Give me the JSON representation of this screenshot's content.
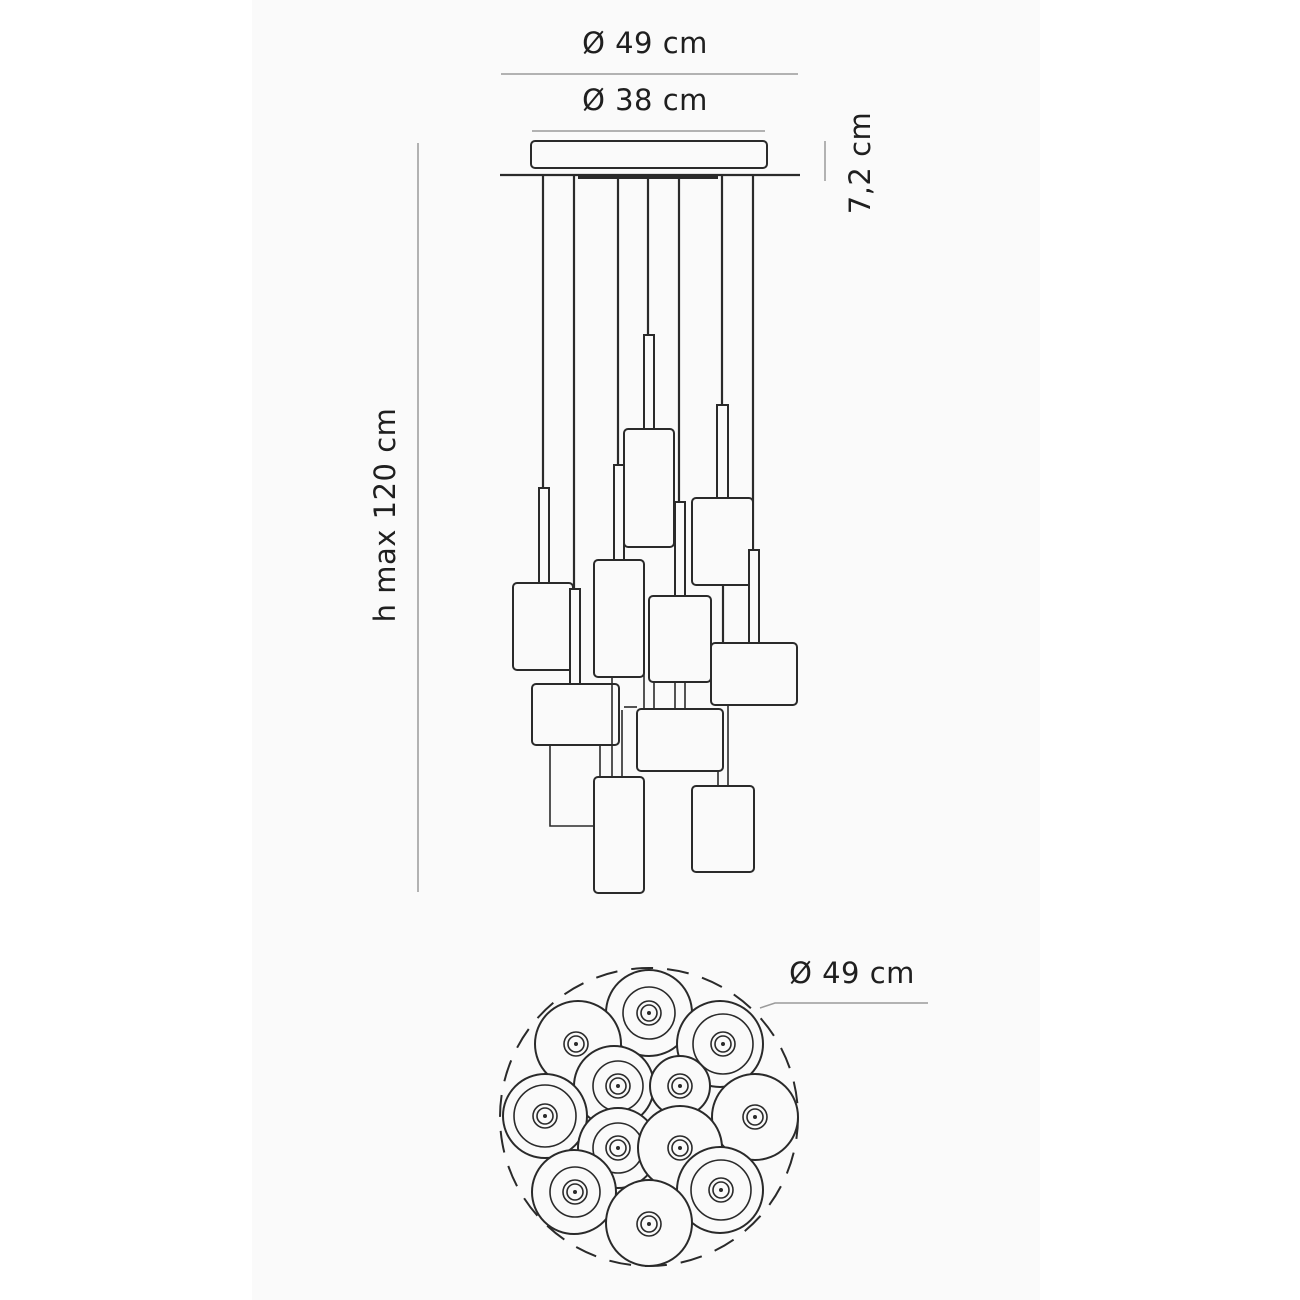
{
  "drawing": {
    "title": "Pendant lamp dimension drawing",
    "elevation_view": {
      "dimensions": {
        "outer_diameter": "Ø 49 cm",
        "canopy_diameter": "Ø 38 cm",
        "canopy_height": "7,2 cm",
        "max_height": "h max 120 cm"
      },
      "pendant_count": 13
    },
    "plan_view": {
      "dimensions": {
        "diameter": "Ø 49 cm"
      },
      "shade_count": 13
    },
    "colors": {
      "background": "#ffffff",
      "panel": "#fafafa",
      "ink": "#2a2a2a",
      "dimension_line": "#9a9a9a"
    }
  }
}
